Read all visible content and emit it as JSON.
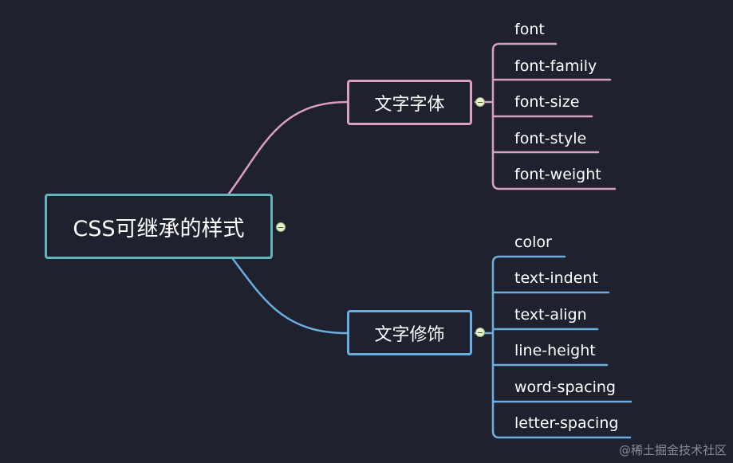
{
  "root": {
    "label": "CSS可继承的样式"
  },
  "branches": [
    {
      "label": "文字字体",
      "color": "#d89ec3",
      "children": [
        "font",
        "font-family",
        "font-size",
        "font-style",
        "font-weight"
      ]
    },
    {
      "label": "文字修饰",
      "color": "#6aaee0",
      "children": [
        "color",
        "text-indent",
        "text-align",
        "line-height",
        "word-spacing",
        "letter-spacing"
      ]
    }
  ],
  "colors": {
    "background": "#1f222e",
    "root_border": "#5fb7bd"
  },
  "watermark": "@稀土掘金技术社区"
}
